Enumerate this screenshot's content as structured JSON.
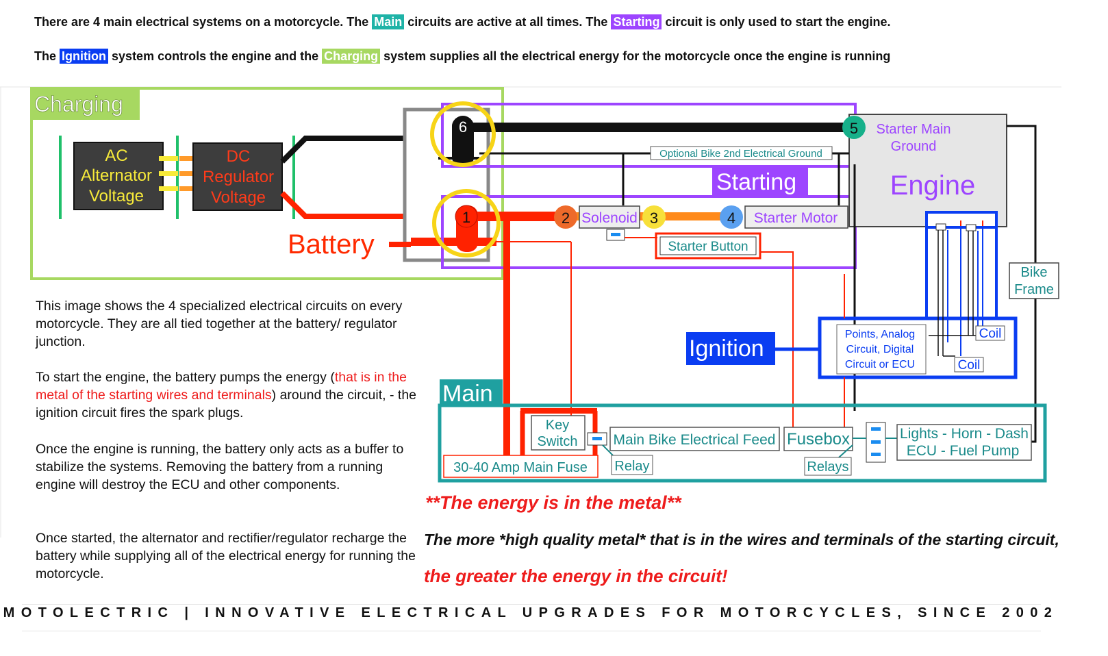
{
  "intro": {
    "line1_a": "There are 4 main electrical systems on a motorcycle. The",
    "line1_main": "Main",
    "line1_b": "circuits are active at all times. The",
    "line1_starting": "Starting",
    "line1_c": "circuit is only used to start the engine.",
    "line2_a": "The",
    "line2_ignition": "Ignition",
    "line2_b": "system controls the engine and the",
    "line2_charging": "Charging",
    "line2_c": "system supplies all the electrical energy for the motorcycle once the engine is running"
  },
  "diagram": {
    "charging_title": "Charging",
    "starting_title": "Starting",
    "ignition_title": "Ignition",
    "main_title": "Main",
    "ac_l1": "AC",
    "ac_l2": "Alternator",
    "ac_l3": "Voltage",
    "dc_l1": "DC",
    "dc_l2": "Regulator",
    "dc_l3": "Voltage",
    "battery": "Battery",
    "n1": "1",
    "n2": "2",
    "n3": "3",
    "n4": "4",
    "n5": "5",
    "n6": "6",
    "solenoid": "Solenoid",
    "starter_motor": "Starter Motor",
    "starter_button": "Starter Button",
    "optional_ground": "Optional Bike 2nd Electrical Ground",
    "starter_main_l1": "Starter Main",
    "starter_main_l2": "Ground",
    "engine": "Engine",
    "bike_frame_l1": "Bike",
    "bike_frame_l2": "Frame",
    "points_l1": "Points, Analog",
    "points_l2": "Circuit, Digital",
    "points_l3": "Circuit or ECU",
    "coil1": "Coil",
    "coil2": "Coil",
    "key_l1": "Key",
    "key_l2": "Switch",
    "main_feed": "Main Bike Electrical Feed",
    "fusebox": "Fusebox",
    "lights_l1": "Lights - Horn - Dash",
    "lights_l2": "ECU - Fuel Pump",
    "relay": "Relay",
    "relays": "Relays",
    "main_fuse": "30-40 Amp Main Fuse"
  },
  "paragraphs": {
    "p1": "This image shows the 4 specialized electrical circuits on every motorcycle. They are all tied together at the battery/ regulator junction.",
    "p2_a": "To start the engine, the battery pumps the energy (",
    "p2_red": "that is in the metal of the starting wires and terminals",
    "p2_b": ") around the circuit, - the ignition circuit fires the spark plugs.",
    "p3": "Once the engine is running, the battery only acts as a buffer to stabilize the systems. Removing the battery from a running engine will destroy the ECU and other components.",
    "p4": "Once started, the alternator and rectifier/regulator recharge the battery while supplying all of the electrical energy for running the motorcycle."
  },
  "taglines": {
    "t1": "**The energy is in the metal**",
    "t2": "The more *high quality metal* that is in the wires and terminals of the starting circuit,",
    "t3": "the greater the energy in the circuit!"
  },
  "footer": "MOTOLECTRIC | INNOVATIVE ELECTRICAL UPGRADES FOR MOTORCYCLES, SINCE 2002",
  "colors": {
    "charging": "#a7d861",
    "starting": "#9d45ff",
    "ignition": "#0a3df2",
    "main": "#1fb3a7",
    "wire_red": "#ff2200",
    "highlight_yellow": "#f7d417"
  }
}
